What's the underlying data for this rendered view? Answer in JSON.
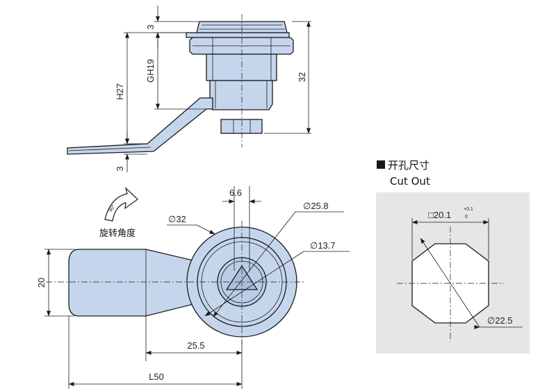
{
  "side_view": {
    "dim_top_gap": "3",
    "dim_gh": "GH19",
    "dim_h": "H27",
    "dim_total_height": "32",
    "dim_bottom_gap": "3"
  },
  "front_view": {
    "dim_flat_width": "6.6",
    "dim_outer_dia": "∅32",
    "dim_face_dia": "∅25.8",
    "dim_key_dia": "∅13.7",
    "dim_arm_width": "20",
    "dim_center_to_arm": "25.5",
    "dim_length": "L50",
    "rotation_angle": "90°",
    "rotation_label": "旋转角度"
  },
  "cutout": {
    "title_cn": "开孔尺寸",
    "title_en": "Cut Out",
    "dim_flat_prefix": "□20.1",
    "tol_upper": "+0.1",
    "tol_lower": "0",
    "dim_dia": "∅22.5"
  },
  "colors": {
    "part_fill": "#c5d6ec",
    "part_fill_dark": "#a9bfdc",
    "panel_bg": "#e6e6e6",
    "line": "#1a1a1a"
  }
}
